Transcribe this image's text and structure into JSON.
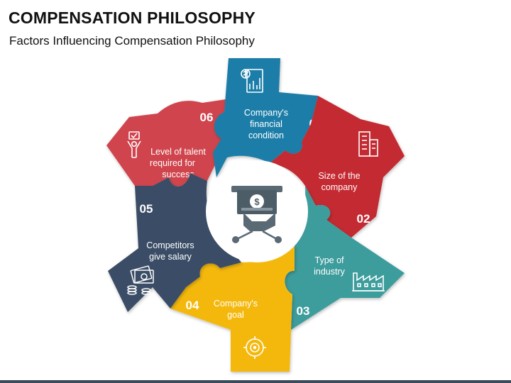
{
  "header": {
    "title": "COMPENSATION PHILOSOPHY",
    "subtitle": "Factors Influencing Compensation Philosophy"
  },
  "segments": [
    {
      "number": "01",
      "lines": [
        "Company's",
        "financial",
        "condition"
      ],
      "color": "#1e7ea8",
      "icon": "financial-report-icon"
    },
    {
      "number": "02",
      "lines": [
        "Size of the",
        "company"
      ],
      "color": "#c42b30",
      "icon": "office-building-icon"
    },
    {
      "number": "03",
      "lines": [
        "Type of",
        "industry"
      ],
      "color": "#3c9c9c",
      "icon": "factory-icon"
    },
    {
      "number": "04",
      "lines": [
        "Company's",
        "goal"
      ],
      "color": "#f4b80c",
      "icon": "target-icon"
    },
    {
      "number": "05",
      "lines": [
        "Competitors",
        "give salary"
      ],
      "color": "#3a4d66",
      "icon": "money-stack-icon"
    },
    {
      "number": "06",
      "lines": [
        "Level of talent",
        "required for",
        "success"
      ],
      "color": "#d0454d",
      "icon": "talent-person-icon"
    }
  ],
  "center": {
    "icon": "hand-cash-icon"
  }
}
